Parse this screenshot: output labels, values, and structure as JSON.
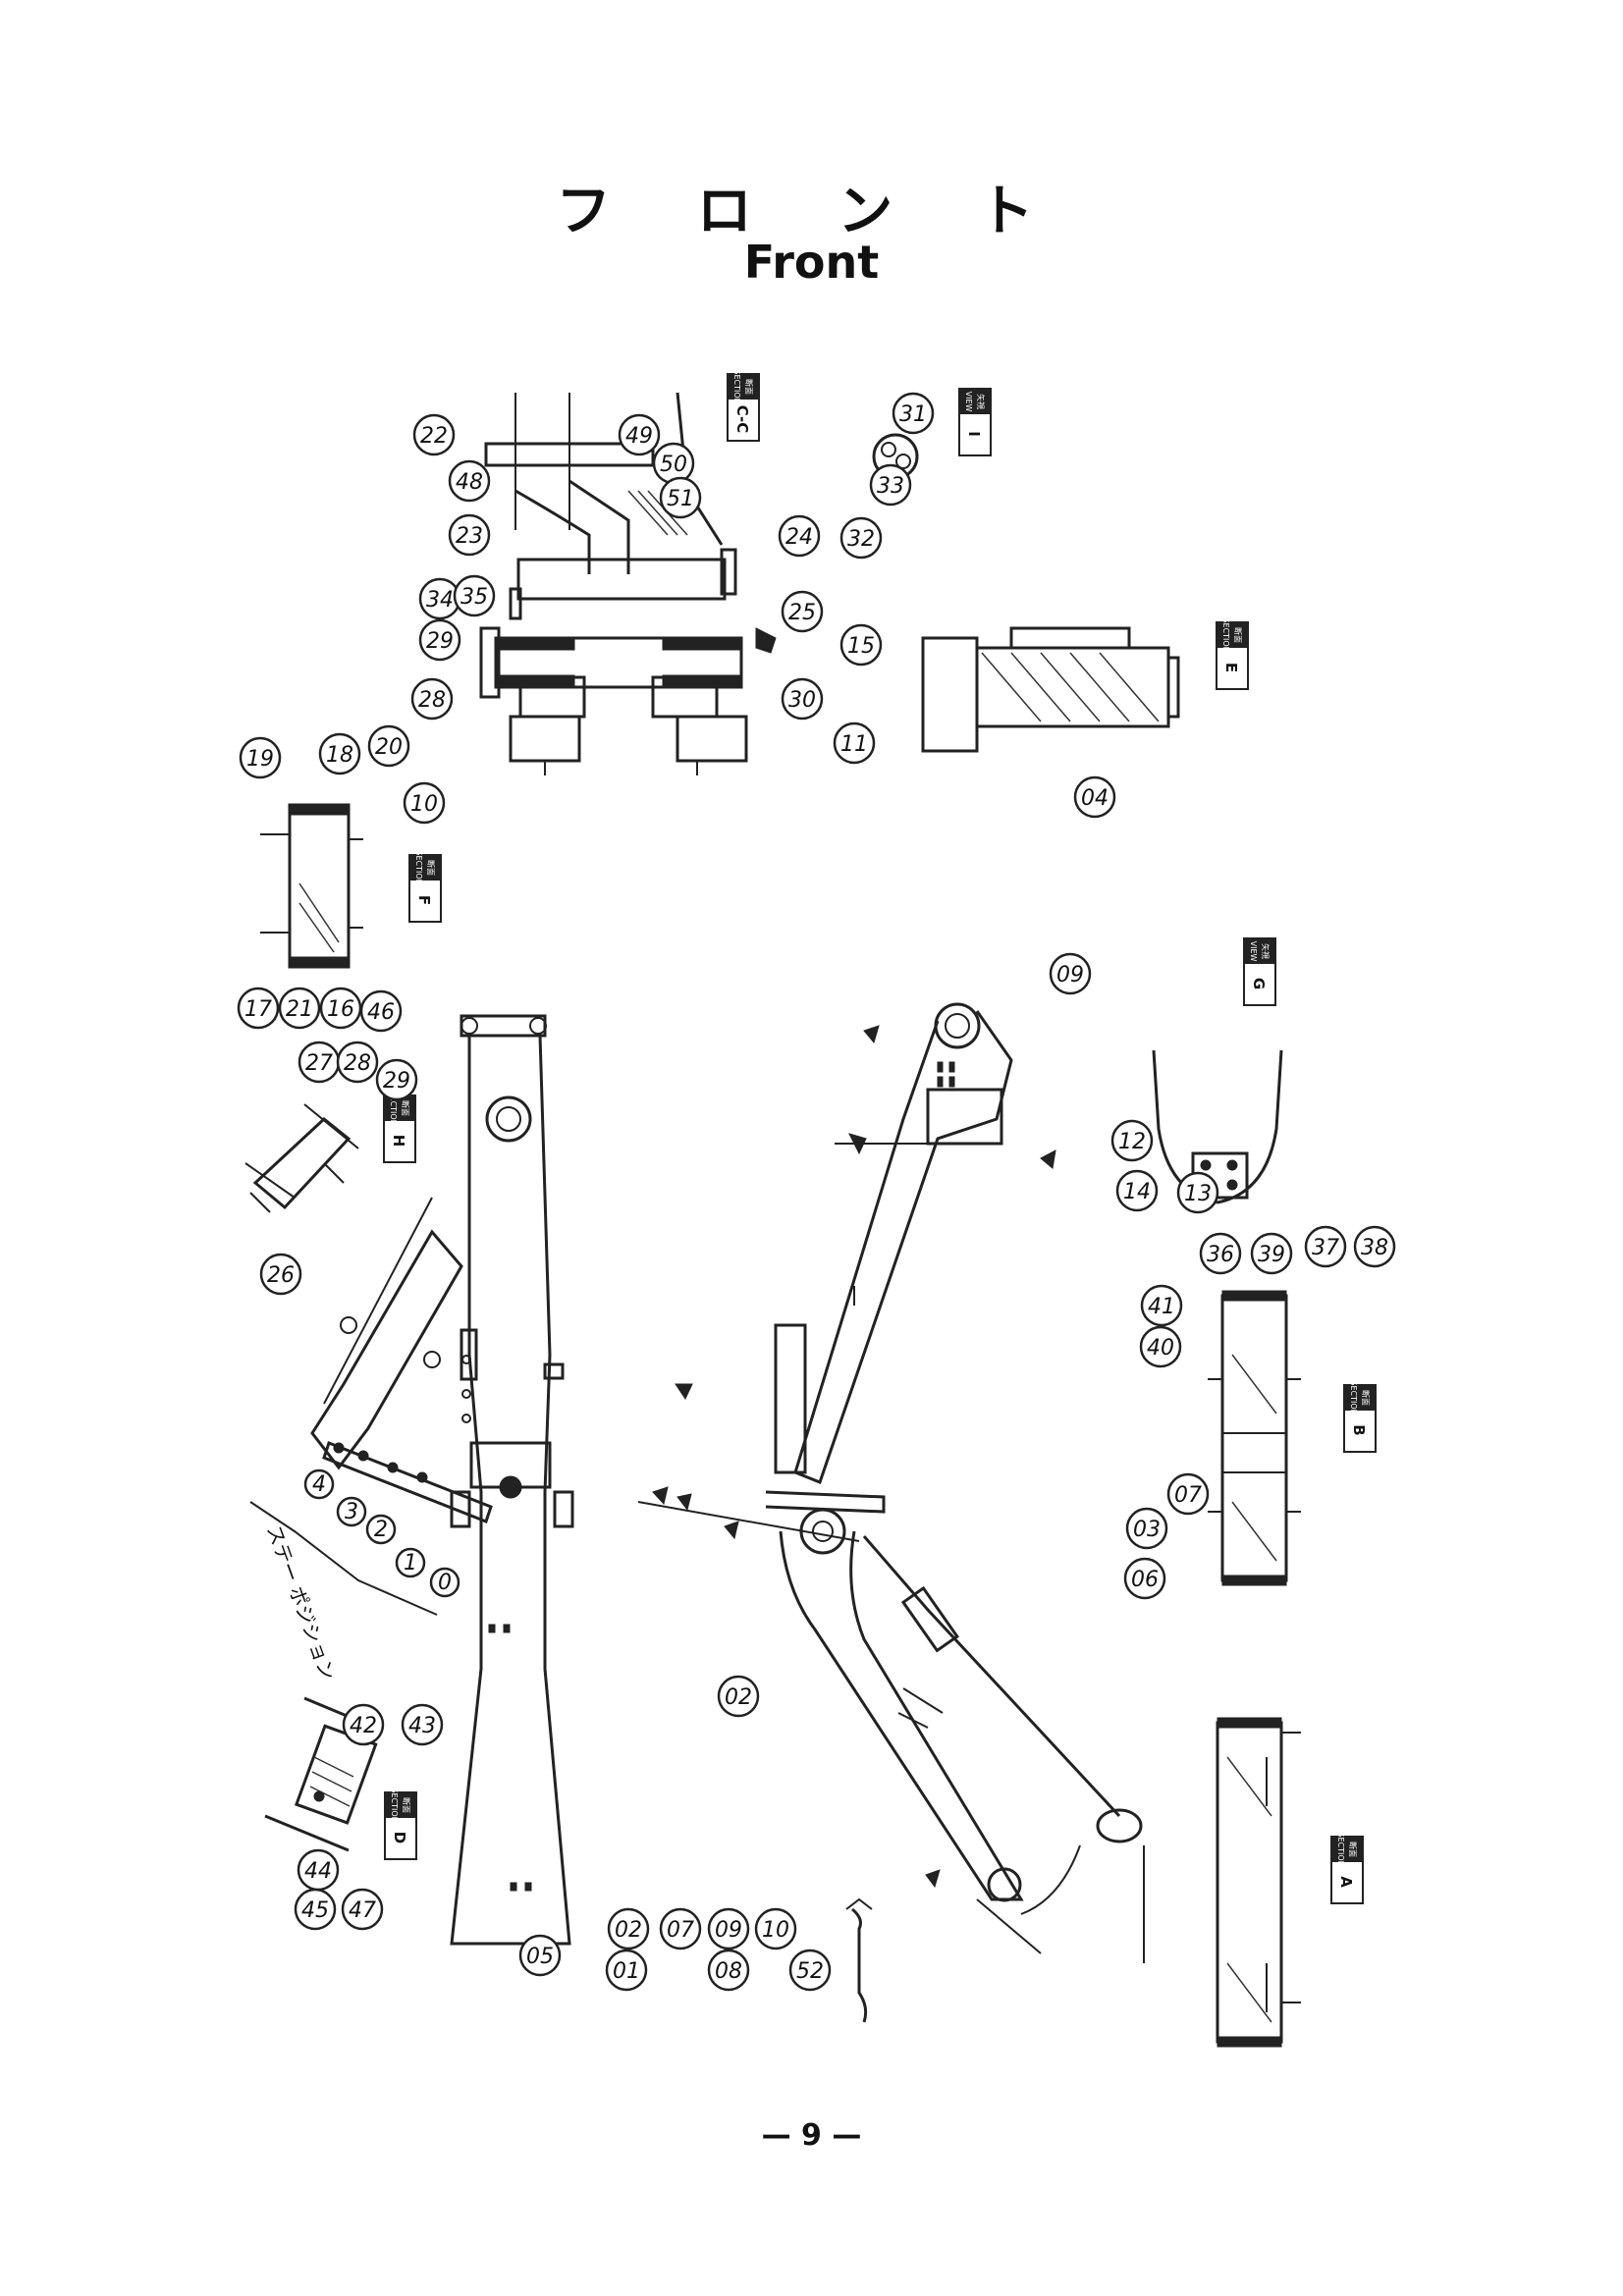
{
  "title_jp": "フ ロ ン ト",
  "title_en": "Front",
  "page_number": "— 9 —",
  "stay_position_label": "ステー ポジション",
  "stay_positions": [
    "0",
    "1",
    "2",
    "3",
    "4"
  ],
  "section_labels": [
    {
      "id": "cc",
      "kind": "SECTION",
      "kanji": "断面",
      "letter": "C-C"
    },
    {
      "id": "i",
      "kind": "VIEW",
      "kanji": "矢視",
      "letter": "I"
    },
    {
      "id": "e",
      "kind": "SECTION",
      "kanji": "断面",
      "letter": "E"
    },
    {
      "id": "f",
      "kind": "SECTION",
      "kanji": "断面",
      "letter": "F"
    },
    {
      "id": "h",
      "kind": "SECTION",
      "kanji": "断面",
      "letter": "H"
    },
    {
      "id": "g",
      "kind": "VIEW",
      "kanji": "矢視",
      "letter": "G"
    },
    {
      "id": "b",
      "kind": "SECTION",
      "kanji": "断面",
      "letter": "B"
    },
    {
      "id": "d",
      "kind": "SECTION",
      "kanji": "断面",
      "letter": "D"
    },
    {
      "id": "a",
      "kind": "SECTION",
      "kanji": "断面",
      "letter": "A"
    }
  ],
  "part_callouts": [
    "22",
    "48",
    "23",
    "49",
    "50",
    "51",
    "24",
    "34",
    "35",
    "29",
    "28",
    "25",
    "30",
    "31",
    "33",
    "32",
    "15",
    "11",
    "04",
    "19",
    "18",
    "20",
    "10",
    "17",
    "21",
    "16",
    "46",
    "27",
    "28",
    "29",
    "26",
    "09",
    "12",
    "14",
    "13",
    "36",
    "39",
    "37",
    "38",
    "41",
    "40",
    "02",
    "07",
    "03",
    "06",
    "42",
    "43",
    "44",
    "45",
    "47",
    "05",
    "02",
    "07",
    "01",
    "09",
    "10",
    "08",
    "52"
  ]
}
